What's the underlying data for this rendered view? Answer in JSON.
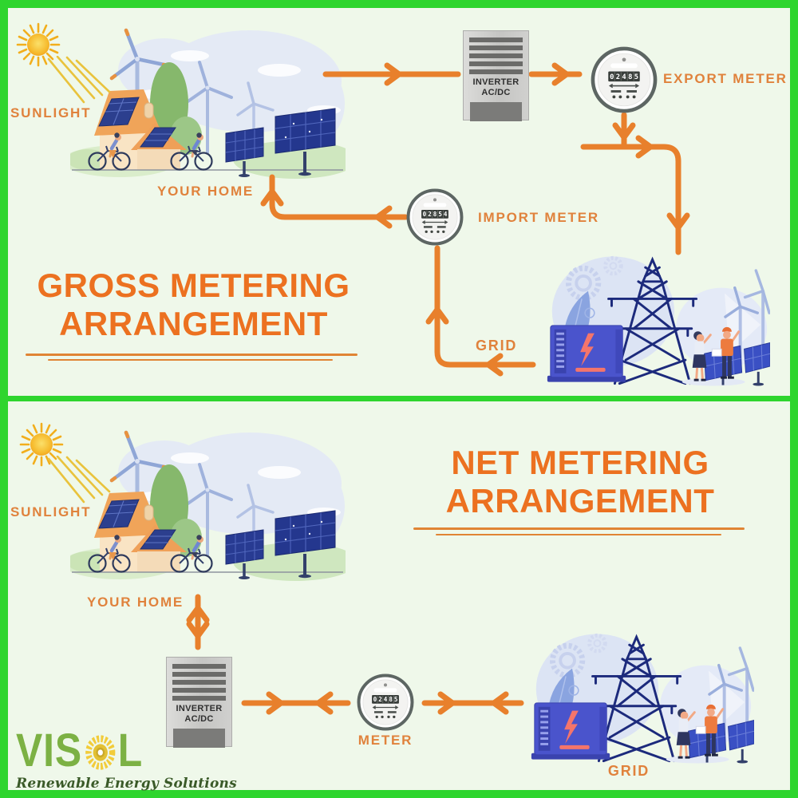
{
  "poster": {
    "background": "#EFF8EA",
    "border_color": "#2ED52E",
    "accent_orange": "#E8802C",
    "title_orange": "#EC7120"
  },
  "gross": {
    "title_line1": "GROSS METERING",
    "title_line2": "ARRANGEMENT",
    "sunlight_label": "SUNLIGHT",
    "your_home_label": "YOUR HOME",
    "inverter": {
      "line1": "INVERTER",
      "line2": "AC/DC"
    },
    "export_meter_label": "EXPORT METER",
    "export_meter_reading": "02485",
    "import_meter_label": "IMPORT METER",
    "import_meter_reading": "02854",
    "grid_label": "GRID"
  },
  "net": {
    "title_line1": "NET METERING",
    "title_line2": "ARRANGEMENT",
    "sunlight_label": "SUNLIGHT",
    "your_home_label": "YOUR HOME",
    "inverter": {
      "line1": "INVERTER",
      "line2": "AC/DC"
    },
    "meter_label": "METER",
    "meter_reading": "02485",
    "grid_label": "GRID"
  },
  "brand": {
    "name_prefix": "VIS",
    "name_suffix": "L",
    "tagline": "Renewable Energy Solutions"
  }
}
